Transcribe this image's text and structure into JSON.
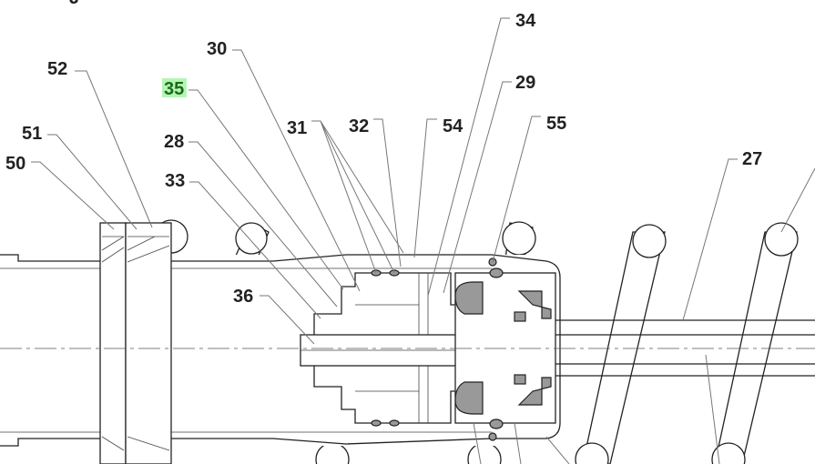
{
  "diagram": {
    "title_fragment": "J",
    "highlighted_label": "35",
    "highlight_color": "#b3f5b3",
    "highlight_text_color": "#1a6a1a",
    "labels": {
      "l34": "34",
      "l30": "30",
      "l52": "52",
      "l35": "35",
      "l29": "29",
      "l31": "31",
      "l32": "32",
      "l54": "54",
      "l55": "55",
      "l51": "51",
      "l28": "28",
      "l50": "50",
      "l33": "33",
      "l27": "27",
      "l36": "36"
    }
  }
}
